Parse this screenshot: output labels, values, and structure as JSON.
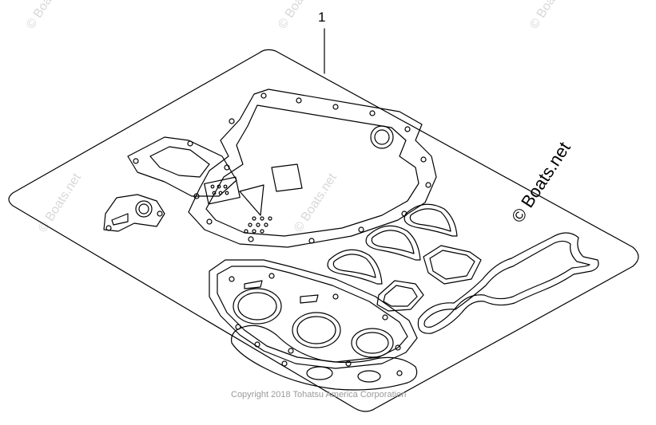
{
  "callout_number": "1",
  "copyright": "Copyright 2018 Tohatsu America Corporation",
  "brand_mark": "© Boats.net",
  "watermark_text": "© Boats.net",
  "colors": {
    "line": "#000000",
    "watermark": "#d8d8d8",
    "copyright": "#9a9a9a"
  }
}
